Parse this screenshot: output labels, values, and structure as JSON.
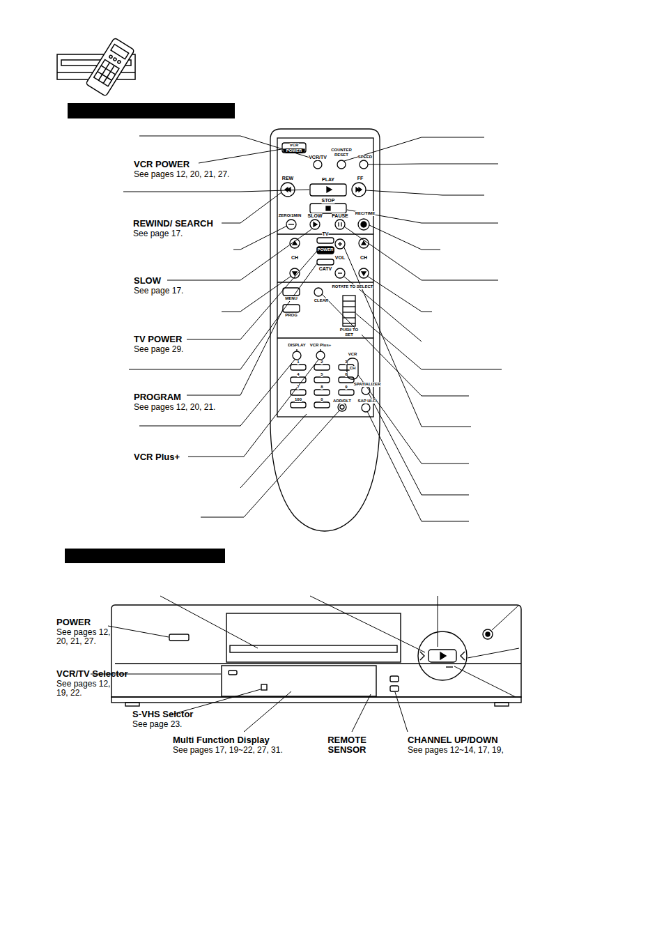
{
  "diagram": {
    "labels": [
      "VCR POWER",
      "See pages 12, 20, 21, 27.",
      "REWIND/ SEARCH",
      "See page 17.",
      "SLOW",
      "See page 17.",
      "TV POWER",
      "See page 29.",
      "PROGRAM",
      "See pages 12, 20, 21.",
      "VCR Plus+",
      "POWER",
      "See pages 12, 20, 21, 27.",
      "VCR/TV Selector",
      "See pages 12, 19, 22.",
      "S-VHS Selctor",
      "See page 23.",
      "Multi Function Display",
      "See pages 17, 19~22, 27, 31.",
      "REMOTE SENSOR",
      "CHANNEL UP/DOWN",
      "See pages 12~14, 17, 19,",
      "VCR",
      "POWER",
      "VCR/TV",
      "COUNTER RESET",
      "SPEED",
      "REW",
      "PLAY",
      "FF",
      "STOP",
      "ZERO/1MIN",
      "SLOW",
      "PAUSE",
      "REC/TIME",
      "TV",
      "CH",
      "POWER",
      "VOL",
      "CH",
      "CATV",
      "MENU",
      "PROG",
      "CLEAR",
      "ROTATE TO SELECT",
      "PUSH TO SET",
      "DISPLAY",
      "VCR Plus+",
      "1",
      "2",
      "3",
      "4",
      "5",
      "6",
      "7",
      "8",
      "9",
      "100",
      "0",
      "ADD/DLT",
      "VCR",
      "CH",
      "SPATIALIZER",
      "SAP HI-FI"
    ]
  }
}
